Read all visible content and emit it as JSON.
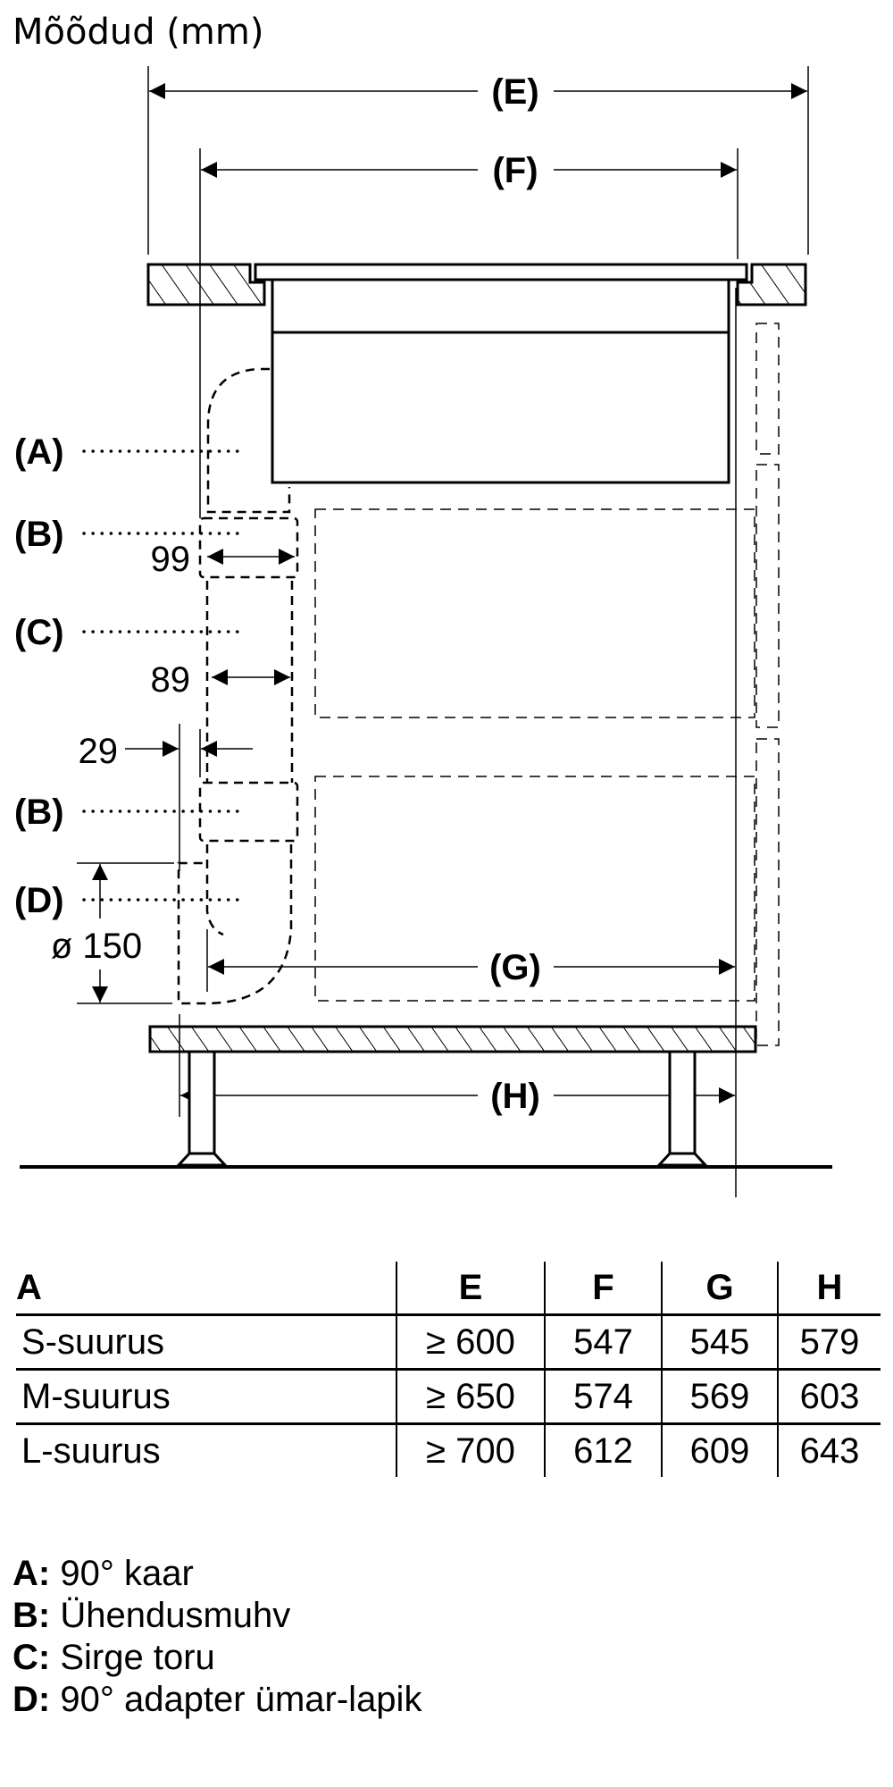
{
  "title": "Mõõdud (mm)",
  "dimension_labels": {
    "E": "(E)",
    "F": "(F)",
    "G": "(G)",
    "H": "(H)"
  },
  "part_labels": {
    "A": "(A)",
    "B1": "(B)",
    "C": "(C)",
    "B2": "(B)",
    "D": "(D)"
  },
  "measurements": {
    "m99": "99",
    "m89": "89",
    "m29": "29",
    "diameter": "ø 150"
  },
  "table": {
    "headers": [
      "A",
      "E",
      "F",
      "G",
      "H"
    ],
    "rows": [
      {
        "size": "S-suurus",
        "E": "≥ 600",
        "F": "547",
        "G": "545",
        "H": "579"
      },
      {
        "size": "M-suurus",
        "E": "≥ 650",
        "F": "574",
        "G": "569",
        "H": "603"
      },
      {
        "size": "L-suurus",
        "E": "≥ 700",
        "F": "612",
        "G": "609",
        "H": "643"
      }
    ]
  },
  "legend": [
    {
      "key": "A:",
      "text": "90° kaar"
    },
    {
      "key": "B:",
      "text": "Ühendusmuhv"
    },
    {
      "key": "C:",
      "text": "Sirge toru"
    },
    {
      "key": "D:",
      "text": "90° adapter ümar-lapik"
    }
  ]
}
